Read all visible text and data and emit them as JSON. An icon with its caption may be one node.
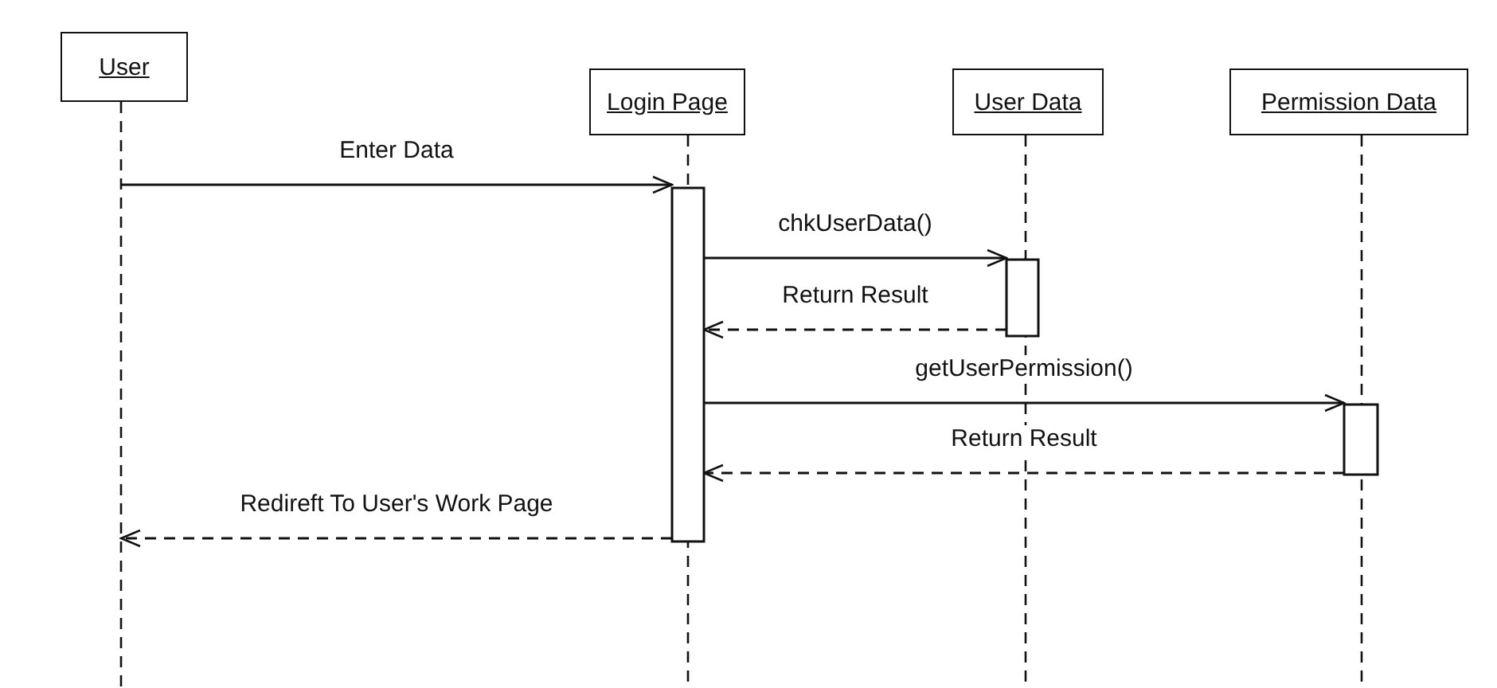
{
  "diagram": {
    "nodes": [
      {
        "text": [
          "User"
        ]
      },
      {
        "text": [
          "Login Page"
        ]
      },
      {
        "text": [
          "User Data"
        ]
      },
      {
        "text": [
          "Permission Data"
        ]
      },
      {
        "text": [],
        "shape": "bar",
        "in": 1
      },
      {
        "text": [],
        "shape": "bar",
        "in": 2
      },
      {
        "text": [],
        "shape": "bar",
        "in": 3
      }
    ],
    "edges": [
      {
        "from": 0,
        "to": 4,
        "arrow": "to",
        "label": "Enter Data"
      },
      {
        "from": 4,
        "to": 5,
        "arrow": "to",
        "label": "chkUserData()"
      },
      {
        "from": 5,
        "to": 4,
        "arrow": "to",
        "style": "dashed",
        "label": "Return Result"
      },
      {
        "from": 4,
        "to": 6,
        "arrow": "to",
        "label": "getUserPermission()"
      },
      {
        "from": 6,
        "to": 4,
        "arrow": "to",
        "style": "dashed",
        "label": "Return Result"
      },
      {
        "from": 4,
        "to": 0,
        "arrow": "to",
        "style": "dashed",
        "label": "Redireft To User's Work Page"
      }
    ]
  }
}
